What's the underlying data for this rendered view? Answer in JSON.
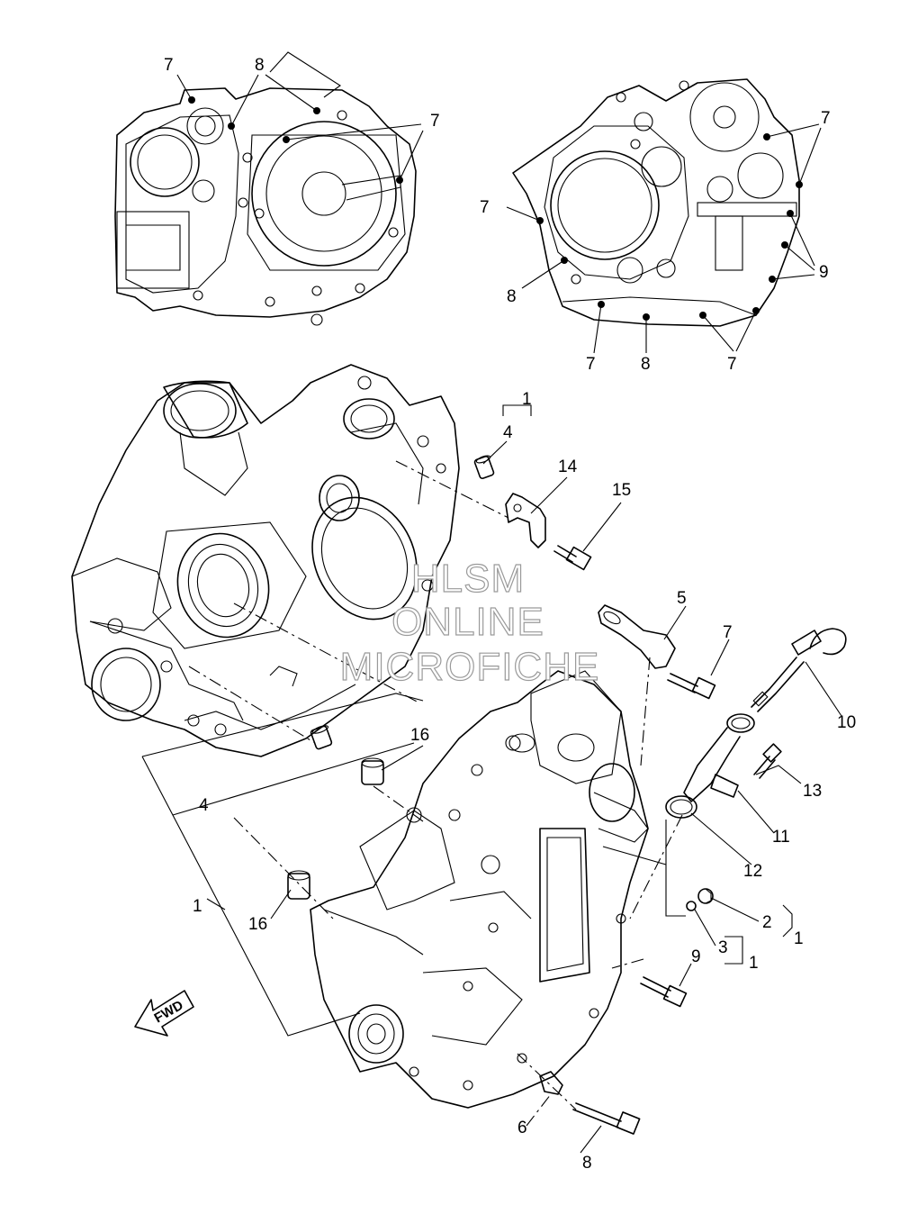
{
  "callouts": {
    "c01": "7",
    "c02": "8",
    "c03": "7",
    "c04": "7",
    "c05": "7",
    "c06": "9",
    "c07": "8",
    "c08": "7",
    "c09": "8",
    "c10": "7",
    "c11": "1",
    "c12": "4",
    "c13": "14",
    "c14": "15",
    "c15": "5",
    "c16": "7",
    "c17": "10",
    "c18": "13",
    "c19": "11",
    "c20": "12",
    "c21": "16",
    "c22": "4",
    "c23": "1",
    "c24": "16",
    "c25": "2",
    "c26": "1",
    "c27": "3",
    "c28": "1",
    "c29": "9",
    "c30": "6",
    "c31": "8"
  },
  "watermark": {
    "line1": "HLSM",
    "line2": "ONLINE",
    "line3": "MICROFICHE"
  },
  "fwd_arrow": {
    "label": "FWD"
  }
}
